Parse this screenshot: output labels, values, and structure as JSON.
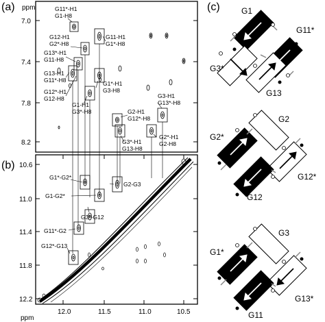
{
  "panels": {
    "a": {
      "label": "(a)",
      "axis_unit": "ppm",
      "y_ticks": [
        "7.0",
        "7.4",
        "7.8",
        "8.2"
      ],
      "labels": {
        "g11s_h1": "G11*-H1",
        "g1_h8": "G1-H8",
        "g12_h1": "G12-H1",
        "g2s_h8": "G2*-H8",
        "g13s_h1": "G13*-H1",
        "g11_h8": "G11-H8",
        "g13_h1": "G13-H1",
        "g11s_h8": "G11*-H8",
        "g12s_h1": "G12*-H1",
        "g12_h8": "G12-H8",
        "g1_h1": "G1-H1",
        "g3s_h8": "G3*-H8",
        "g11_h1": "G11-H1",
        "g1s_h8": "G1*-H8",
        "g1s_h1": "G1*-H1",
        "g3_h8": "G3-H8",
        "g2_h1": "G2-H1",
        "g12s_h8": "G12*-H8",
        "g3s_h1": "G3*-H1",
        "g13_h8": "G13-H8",
        "g3_h1": "G3-H1",
        "g13s_h8": "G13*-H8",
        "g2s_h1": "G2*-H1",
        "g2_h8": "G2-H8"
      }
    },
    "b": {
      "label": "(b)",
      "axis_unit": "ppm",
      "y_ticks": [
        "10.6",
        "11.0",
        "11.4",
        "11.8",
        "12.2"
      ],
      "x_ticks": [
        "12.0",
        "11.5",
        "11.0",
        "10.5"
      ],
      "labels": {
        "g1s_g2s": "G1*-G2*",
        "g1_g2s": "G1-G2*",
        "g2_g3": "G2-G3",
        "g3s_g12": "G3*-G12",
        "g11s_g2": "G11*-G2",
        "g12s_g13": "G12*-G13"
      }
    },
    "c": {
      "label": "(c)",
      "groups": [
        {
          "black_left": "G1",
          "black_right": "G11*",
          "white_left": "G3*",
          "white_right": "G13"
        },
        {
          "black_left": "G2*",
          "white_top": "G2",
          "white_right": "G12*",
          "black_bottom": "G12"
        },
        {
          "black_left": "G1*",
          "white_top": "G3",
          "white_right": "G13*",
          "black_bottom": "G11"
        }
      ]
    }
  }
}
